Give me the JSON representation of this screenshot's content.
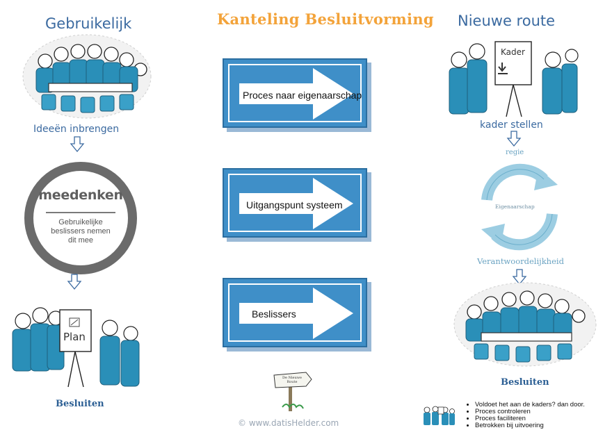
{
  "left": {
    "title": "Gebruikelijk",
    "caption_top": "Ideeën inbrengen",
    "circle": {
      "title": "meedenken",
      "text": "Gebruikelijke beslissers nemen dit mee"
    },
    "plan_board": "Plan",
    "caption_bottom": "Besluiten"
  },
  "center": {
    "title": "Kanteling Besluitvorming",
    "signs": [
      {
        "label": "Proces naar eigenaarschap"
      },
      {
        "label": "Uitgangspunt systeem"
      },
      {
        "label": "Beslissers"
      }
    ],
    "route_sign": "De Nieuwe Route",
    "footer": "© www.datisHelder.com"
  },
  "right": {
    "title": "Nieuwe route",
    "kader_board": "Kader",
    "caption_top": "kader stellen",
    "cycle": {
      "top": "regie",
      "middle": "Eigenaarschap",
      "bottom": "Verantwoordelijkheid"
    },
    "caption_bottom": "Besluiten",
    "bullets": [
      "Voldoet het aan de kaders? dan door.",
      "Proces controleren",
      "Proces faciliteren",
      "Betrokken bij uitvoering"
    ]
  },
  "colors": {
    "accent_orange": "#f3a33a",
    "blue_text": "#3b6aa0",
    "sign_blue": "#3f8fc8",
    "figure_blue": "#2a8fb8",
    "ring_grey": "#6b6b6b"
  }
}
